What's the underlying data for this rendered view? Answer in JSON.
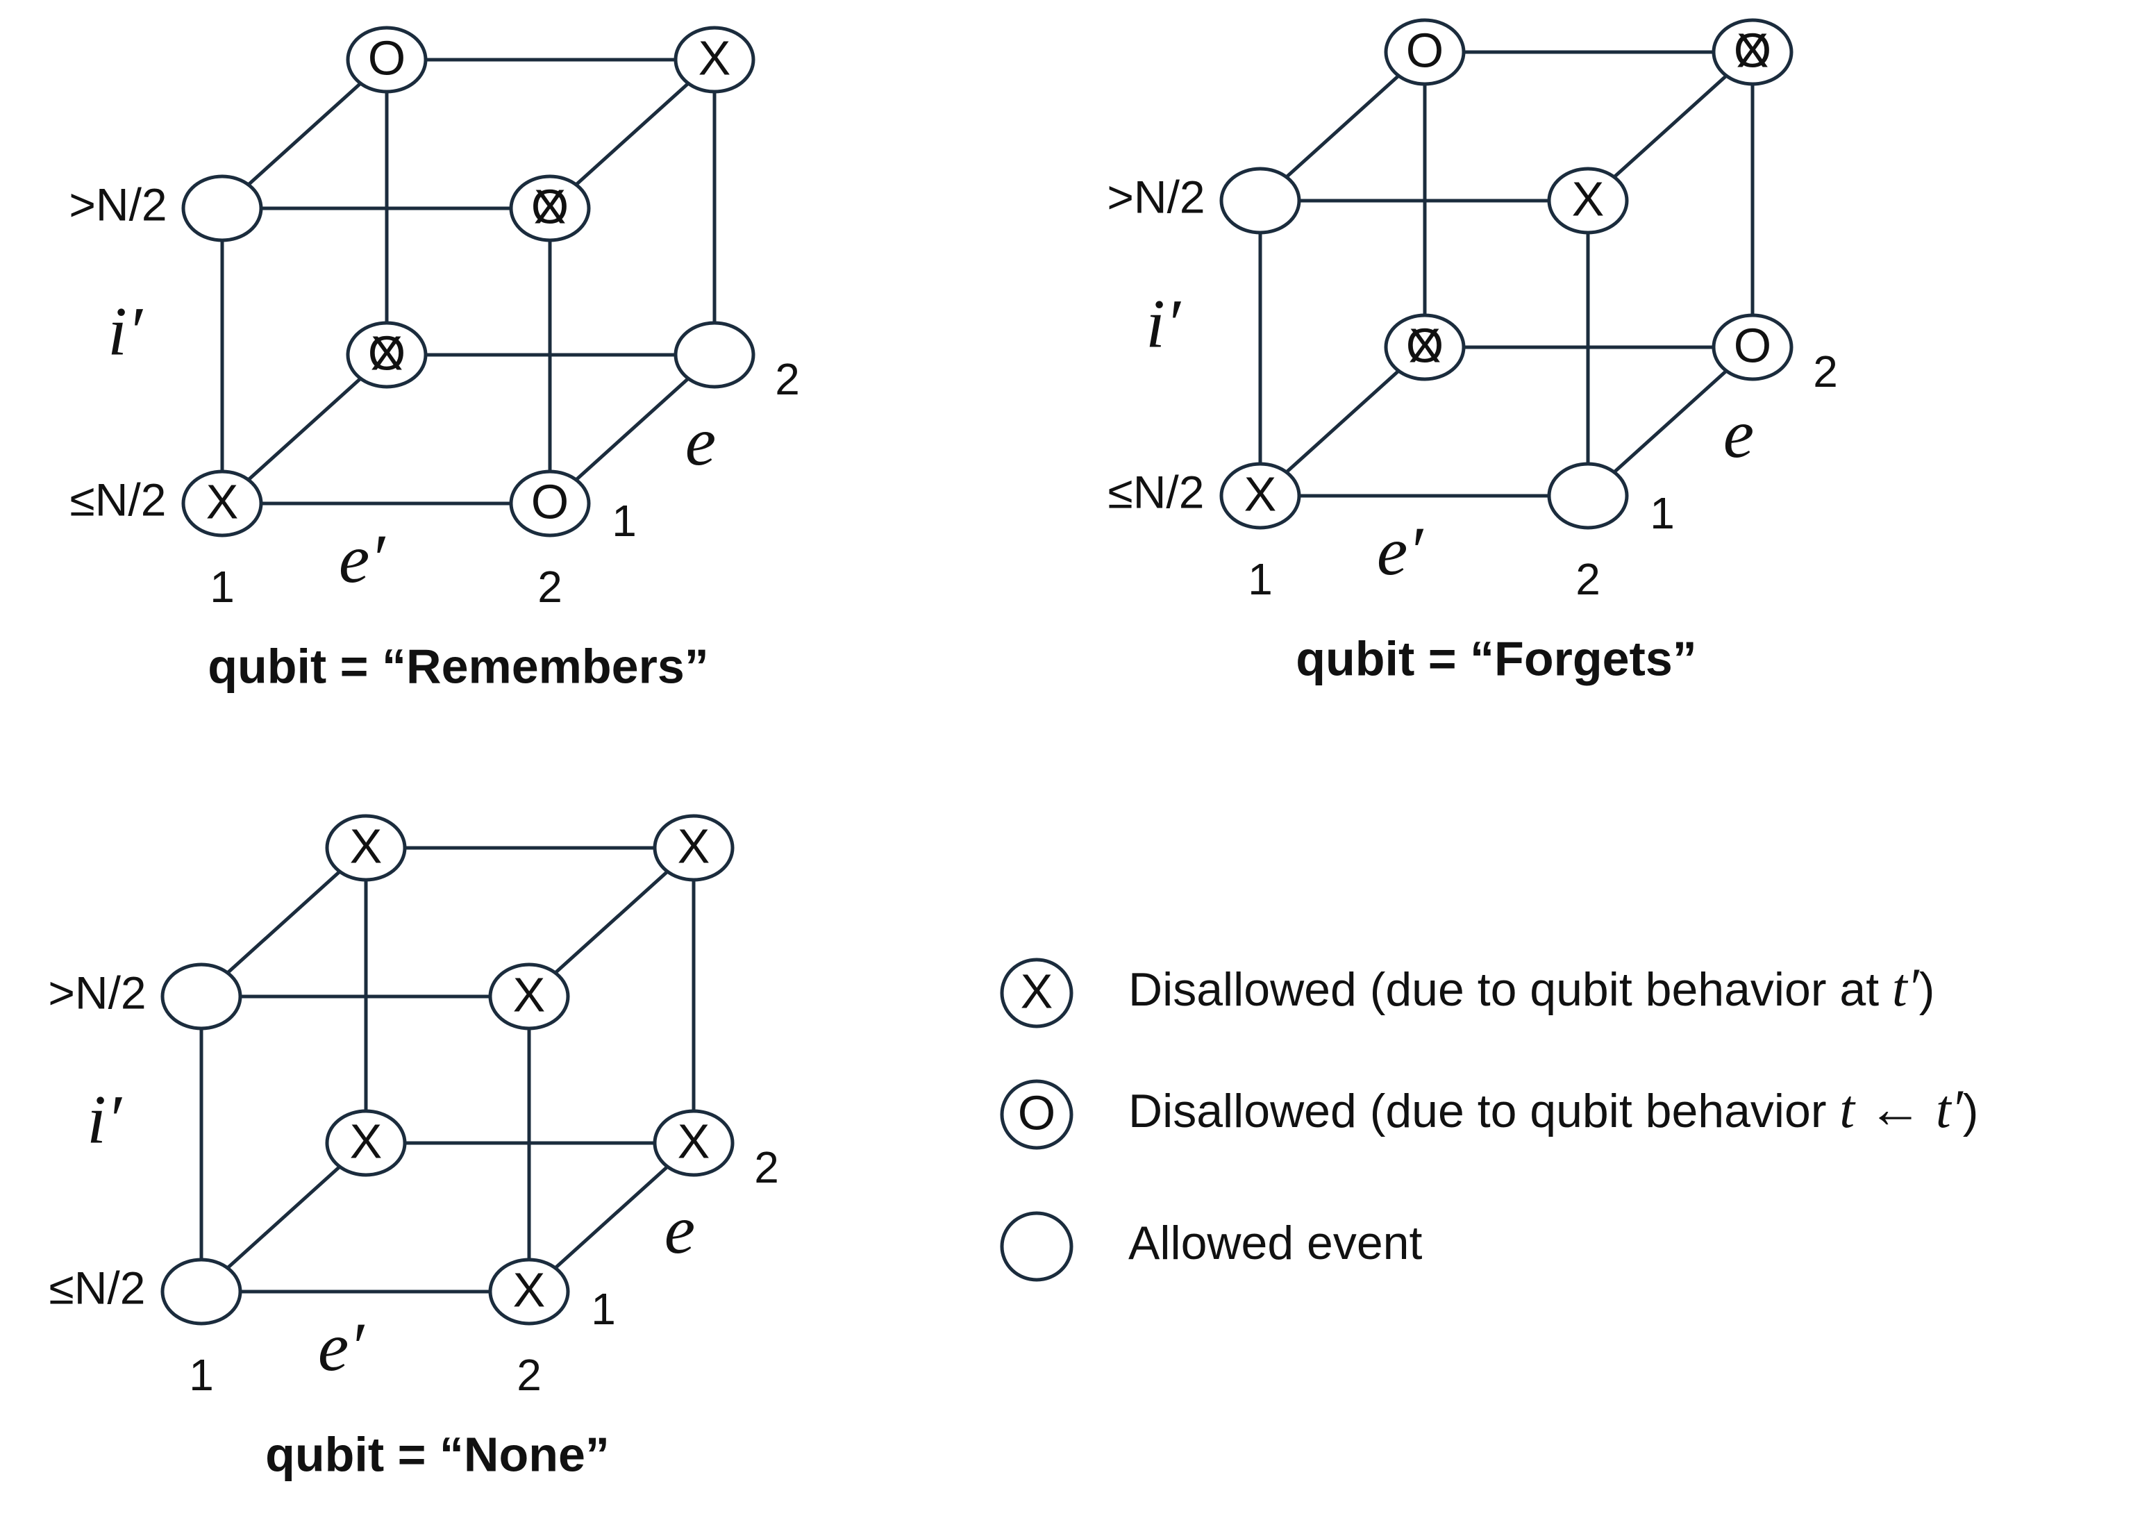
{
  "colors": {
    "stroke": "#1b2c3d",
    "text": "#111111",
    "background": "#ffffff"
  },
  "axis_labels": {
    "i_prime": "i′",
    "e": "e",
    "e_prime": "e′",
    "i_high": ">N/2",
    "i_low": "≤N/2",
    "e_one": "1",
    "e_two": "2",
    "e_prime_one": "1",
    "e_prime_two": "2"
  },
  "marks": {
    "x": "X",
    "o": "O"
  },
  "cubes": [
    {
      "id": "remembers",
      "title": "qubit  = “Remembers”",
      "nodes": {
        "front_low_1": "x",
        "front_low_2": "o",
        "front_high_1": "none",
        "front_high_2": "xo",
        "back_low_1": "xo",
        "back_low_2": "none",
        "back_high_1": "o",
        "back_high_2": "x"
      }
    },
    {
      "id": "forgets",
      "title": "qubit  = “Forgets”",
      "nodes": {
        "front_low_1": "x",
        "front_low_2": "none",
        "front_high_1": "none",
        "front_high_2": "x",
        "back_low_1": "xo",
        "back_low_2": "o",
        "back_high_1": "o",
        "back_high_2": "xo"
      }
    },
    {
      "id": "none",
      "title": "qubit  = “None”",
      "nodes": {
        "front_low_1": "none",
        "front_low_2": "x",
        "front_high_1": "none",
        "front_high_2": "x",
        "back_low_1": "x",
        "back_low_2": "x",
        "back_high_1": "x",
        "back_high_2": "x"
      }
    }
  ],
  "legend": [
    {
      "mark": "x",
      "text": "Disallowed (due to qubit behavior at ",
      "math": "t′",
      "tail": ")"
    },
    {
      "mark": "o",
      "text": "Disallowed (due to qubit behavior ",
      "math": "t ← t′",
      "tail": ")"
    },
    {
      "mark": "none",
      "text": "Allowed event",
      "math": "",
      "tail": ""
    }
  ]
}
